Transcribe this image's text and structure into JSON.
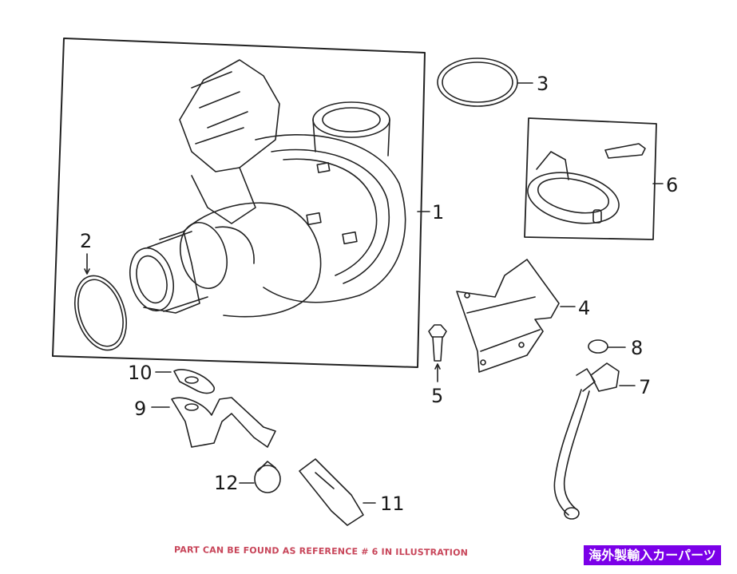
{
  "diagram": {
    "type": "exploded-parts-diagram",
    "subject": "Turbocharger assembly",
    "callouts": [
      {
        "id": "1",
        "label": "1"
      },
      {
        "id": "2",
        "label": "2"
      },
      {
        "id": "3",
        "label": "3"
      },
      {
        "id": "4",
        "label": "4"
      },
      {
        "id": "5",
        "label": "5"
      },
      {
        "id": "6",
        "label": "6"
      },
      {
        "id": "7",
        "label": "7"
      },
      {
        "id": "8",
        "label": "8"
      },
      {
        "id": "9",
        "label": "9"
      },
      {
        "id": "10",
        "label": "10"
      },
      {
        "id": "11",
        "label": "11"
      },
      {
        "id": "12",
        "label": "12"
      }
    ]
  },
  "footer": {
    "note": "PART CAN BE FOUND AS REFERENCE # 6 IN ILLUSTRATION",
    "note_color": "#c8465a"
  },
  "badge": {
    "text": "海外製輸入カーパーツ",
    "background": "#7b00e8",
    "color": "#ffffff"
  }
}
